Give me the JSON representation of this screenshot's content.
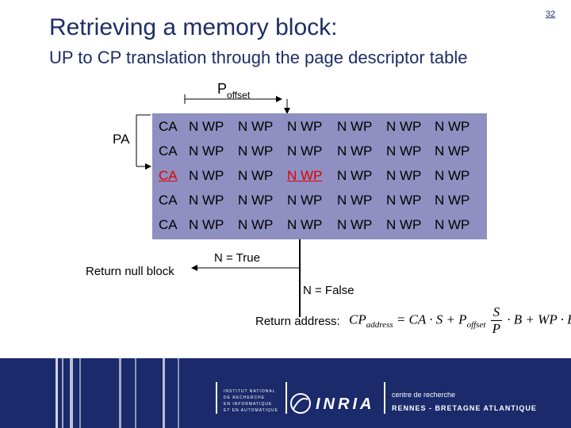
{
  "slide": {
    "page_number": "32",
    "title": "Retrieving a memory block:",
    "subtitle": "UP to CP translation through the page descriptor table"
  },
  "diagram": {
    "poffset_base": "P",
    "poffset_sub": "offset",
    "pa_label": "PA",
    "rows": [
      [
        "CA",
        "N WP",
        "N WP",
        "N WP",
        "N WP",
        "N WP",
        "N WP"
      ],
      [
        "CA",
        "N WP",
        "N WP",
        "N WP",
        "N WP",
        "N WP",
        "N WP"
      ],
      [
        "CA",
        "N WP",
        "N WP",
        "N WP",
        "N WP",
        "N WP",
        "N WP"
      ],
      [
        "CA",
        "N WP",
        "N WP",
        "N WP",
        "N WP",
        "N WP",
        "N WP"
      ],
      [
        "CA",
        "N WP",
        "N WP",
        "N WP",
        "N WP",
        "N WP",
        "N WP"
      ]
    ],
    "highlight_color": "#e00000",
    "table_color": "#8f8fc2",
    "n_true": "N = True",
    "return_null": "Return null block",
    "n_false": "N = False",
    "return_address": "Return address:"
  },
  "formula": {
    "lhs": "CP",
    "lhs_sub": "address",
    "eq": " = CA · S + P",
    "p_sub": "offset",
    "frac_num": "S",
    "frac_den": "P",
    "rest": " · B + WP · B"
  },
  "footer": {
    "institute_lines": [
      "INSTITUT NATIONAL",
      "DE RECHERCHE",
      "EN INFORMATIQUE",
      "ET EN AUTOMATIQUE"
    ],
    "logo_text": "INRIA",
    "center_line1": "centre de recherche",
    "center_line2": "RENNES - BRETAGNE ATLANTIQUE",
    "bg_color": "#1a2a6a"
  }
}
